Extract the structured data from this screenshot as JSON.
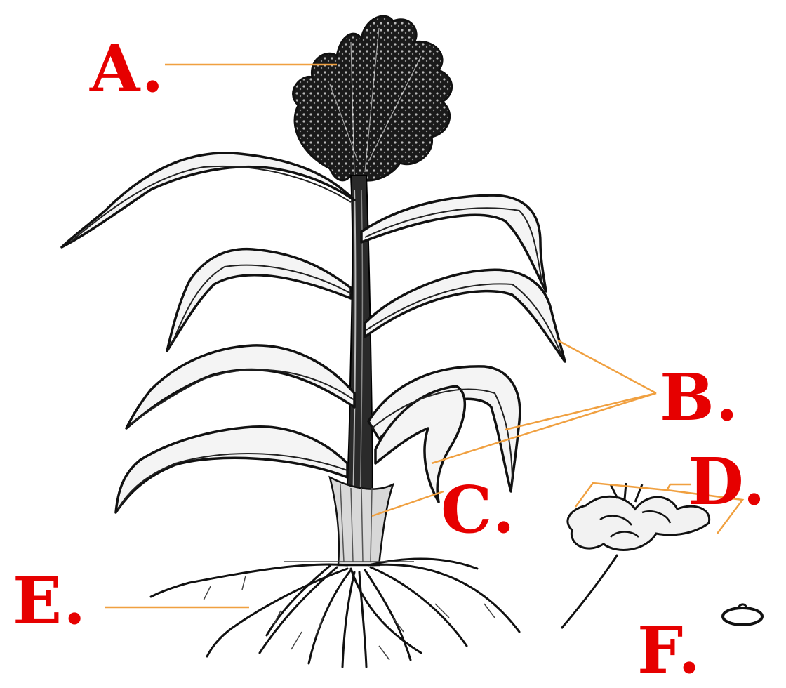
{
  "labels": {
    "a": "A.",
    "b": "B.",
    "c": "C.",
    "d": "D.",
    "e": "E.",
    "f": "F."
  },
  "colors": {
    "label": "#e60000",
    "leader_line": "#f0a040",
    "ink": "#111111"
  }
}
